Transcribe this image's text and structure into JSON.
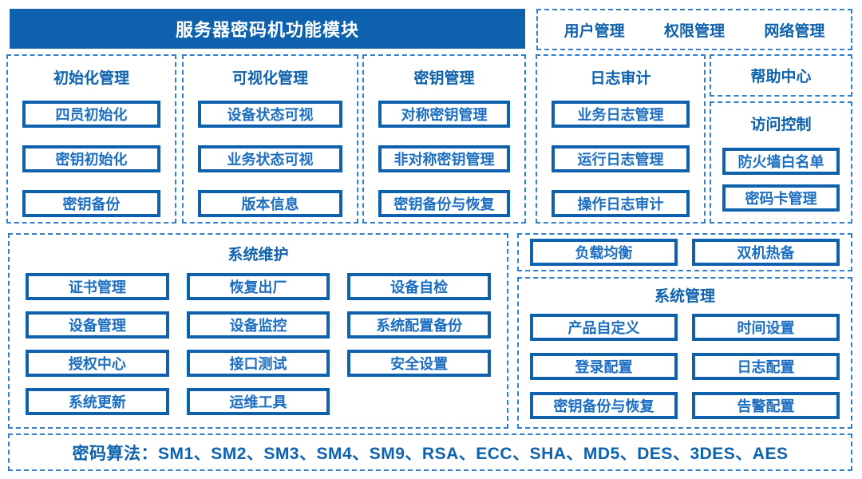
{
  "palette": {
    "primary": "#0e61ad",
    "text": "#1b6ec2",
    "dash": "#3180cf"
  },
  "header": {
    "title": "服务器密码机功能模块"
  },
  "top_right": {
    "items": [
      "用户管理",
      "权限管理",
      "网络管理"
    ]
  },
  "columns": [
    {
      "title": "初始化管理",
      "items": [
        "四员初始化",
        "密钥初始化",
        "密钥备份"
      ]
    },
    {
      "title": "可视化管理",
      "items": [
        "设备状态可视",
        "业务状态可视",
        "版本信息"
      ]
    },
    {
      "title": "密钥管理",
      "items": [
        "对称密钥管理",
        "非对称密钥管理",
        "密钥备份与恢复"
      ]
    },
    {
      "title": "日志审计",
      "items": [
        "业务日志管理",
        "运行日志管理",
        "操作日志审计"
      ]
    }
  ],
  "help_center": {
    "title": "帮助中心"
  },
  "access_control": {
    "title": "访问控制",
    "items": [
      "防火墙白名单",
      "密码卡管理"
    ]
  },
  "system_maintenance": {
    "title": "系统维护",
    "items": [
      "证书管理",
      "恢复出厂",
      "设备自检",
      "设备管理",
      "设备监控",
      "系统配置备份",
      "授权中心",
      "接口测试",
      "安全设置",
      "系统更新",
      "运维工具"
    ]
  },
  "high_availability": {
    "items": [
      "负载均衡",
      "双机热备"
    ]
  },
  "system_management": {
    "title": "系统管理",
    "items": [
      "产品自定义",
      "时间设置",
      "登录配置",
      "日志配置",
      "密钥备份与恢复",
      "告警配置"
    ]
  },
  "algorithms": {
    "label": "密码算法：",
    "items": [
      "SM1",
      "SM2",
      "SM3",
      "SM4",
      "SM9",
      "RSA",
      "ECC",
      "SHA",
      "MD5",
      "DES",
      "3DES",
      "AES"
    ],
    "separator": "、"
  }
}
